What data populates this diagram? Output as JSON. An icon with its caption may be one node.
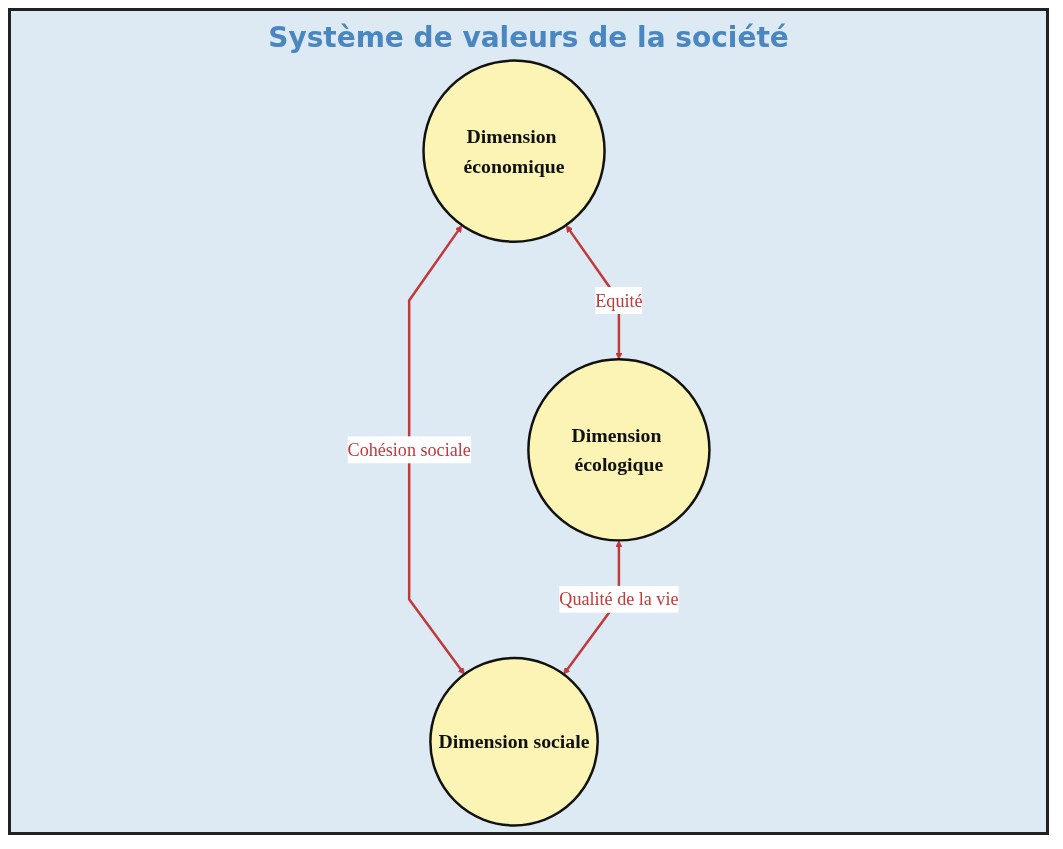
{
  "diagram": {
    "nodes": [
      {
        "text": [
          "Dimension économique"
        ]
      },
      {
        "text": [
          "Dimension écologique"
        ]
      },
      {
        "text": [
          "Dimension sociale"
        ]
      }
    ],
    "edges": [
      {
        "from": 0,
        "to": 1,
        "arrow": "both",
        "label": "Equité"
      },
      {
        "from": 0,
        "to": 2,
        "arrow": "both",
        "label": "Cohésion sociale"
      },
      {
        "from": 1,
        "to": 2,
        "arrow": "both",
        "label": "Qualité de la vie"
      }
    ],
    "labels": [
      "Système de valeurs de la société"
    ]
  }
}
